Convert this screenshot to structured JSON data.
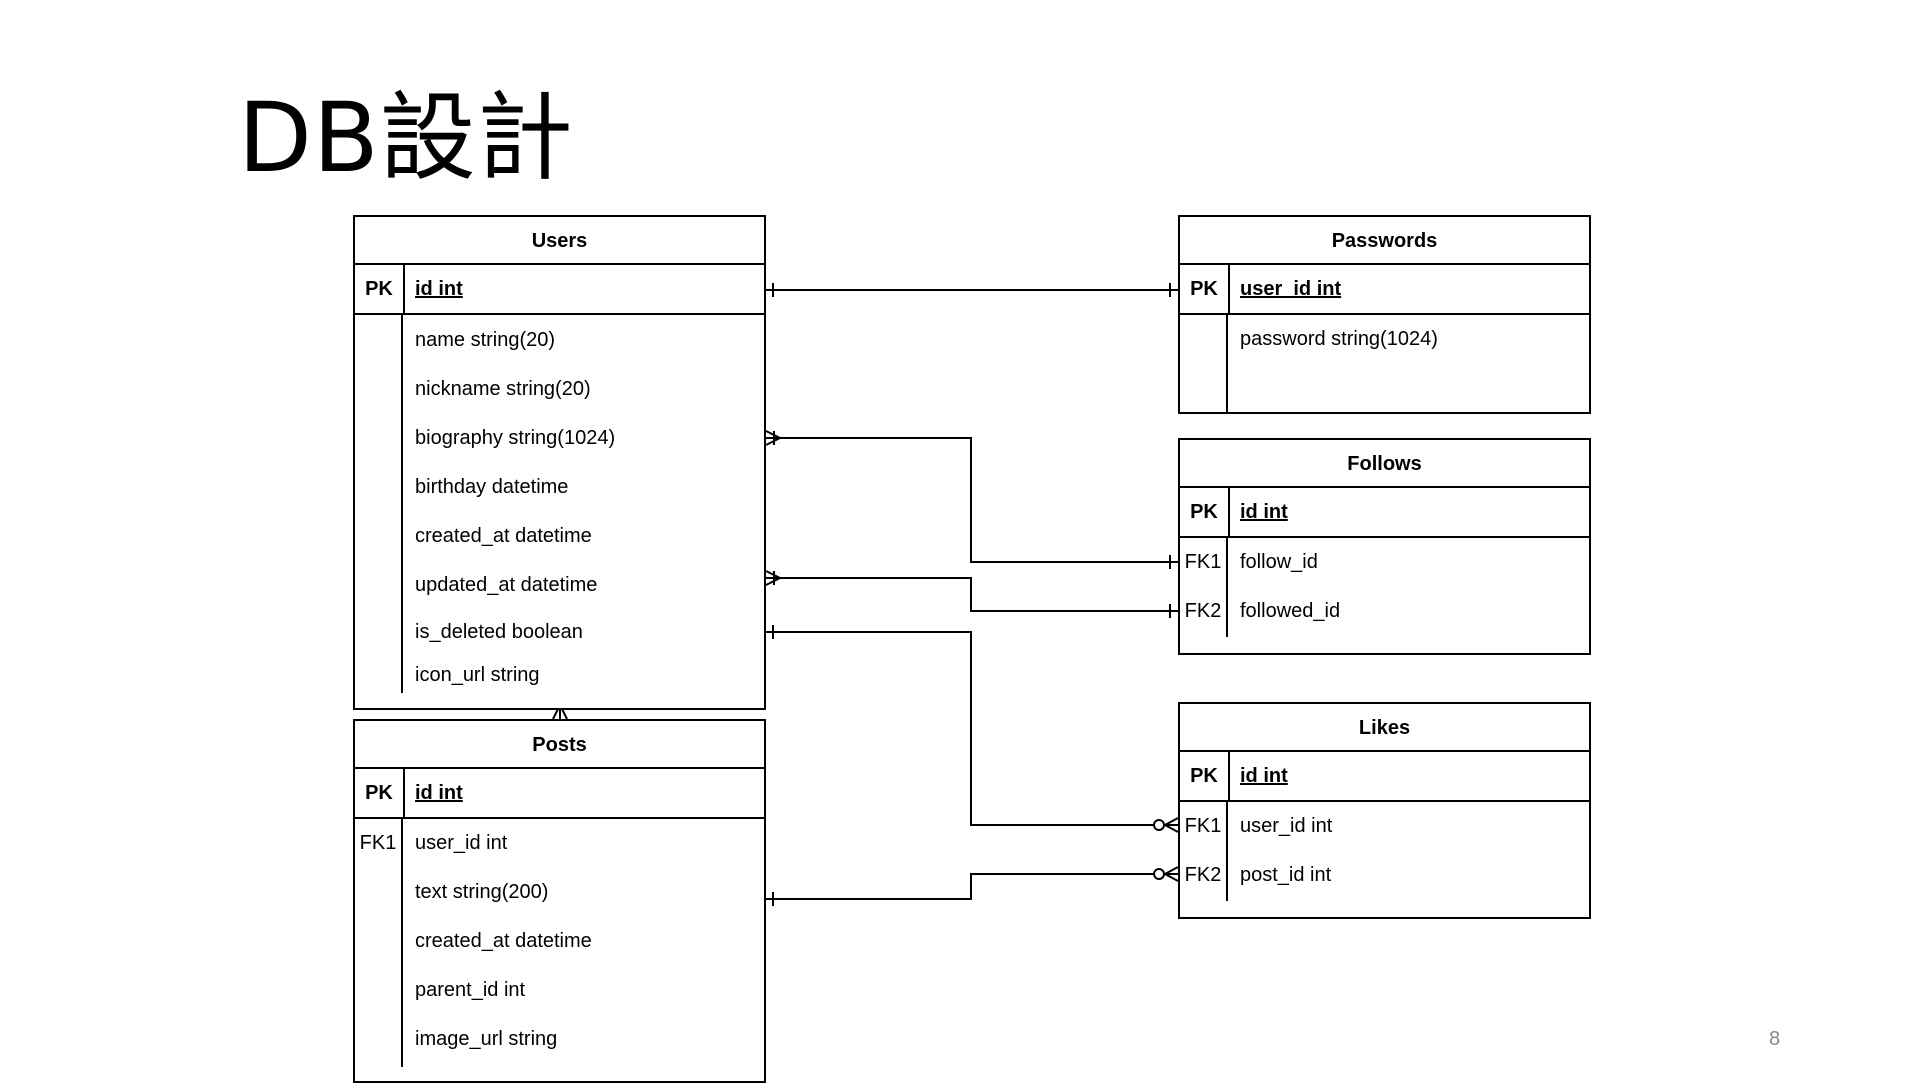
{
  "slide": {
    "title": "DB設計",
    "page_number": "8"
  },
  "entities": {
    "users": {
      "title": "Users",
      "pk_label": "PK",
      "pk_field": "id int",
      "fields": [
        "name string(20)",
        "nickname string(20)",
        "biography string(1024)",
        "birthday datetime",
        "created_at datetime",
        "updated_at datetime",
        "is_deleted boolean",
        "icon_url string"
      ]
    },
    "passwords": {
      "title": "Passwords",
      "pk_label": "PK",
      "pk_field": "user_id int",
      "fields": [
        "password string(1024)"
      ]
    },
    "follows": {
      "title": "Follows",
      "pk_label": "PK",
      "pk_field": "id int",
      "keys": [
        "FK1",
        "FK2"
      ],
      "fields": [
        "follow_id",
        "followed_id"
      ]
    },
    "likes": {
      "title": "Likes",
      "pk_label": "PK",
      "pk_field": "id int",
      "keys": [
        "FK1",
        "FK2"
      ],
      "fields": [
        "user_id int",
        "post_id int"
      ]
    },
    "posts": {
      "title": "Posts",
      "pk_label": "PK",
      "pk_field": "id int",
      "keys": [
        "FK1",
        "",
        "",
        "",
        ""
      ],
      "fields": [
        "user_id int",
        "text string(200)",
        "created_at datetime",
        "parent_id int",
        "image_url string"
      ]
    }
  },
  "relations": [
    {
      "from": "users.id",
      "to": "passwords.user_id",
      "from_end": "one",
      "to_end": "one"
    },
    {
      "from": "users",
      "to": "follows.follow_id",
      "from_end": "one-or-many",
      "to_end": "one"
    },
    {
      "from": "users",
      "to": "follows.followed_id",
      "from_end": "one-or-many",
      "to_end": "one"
    },
    {
      "from": "users",
      "to": "likes.user_id",
      "from_end": "one",
      "to_end": "zero-or-many"
    },
    {
      "from": "posts",
      "to": "likes.post_id",
      "from_end": "one",
      "to_end": "zero-or-many"
    },
    {
      "from": "users",
      "to": "posts",
      "from_end": "zero-or-one",
      "to_end": "one-or-many"
    }
  ]
}
